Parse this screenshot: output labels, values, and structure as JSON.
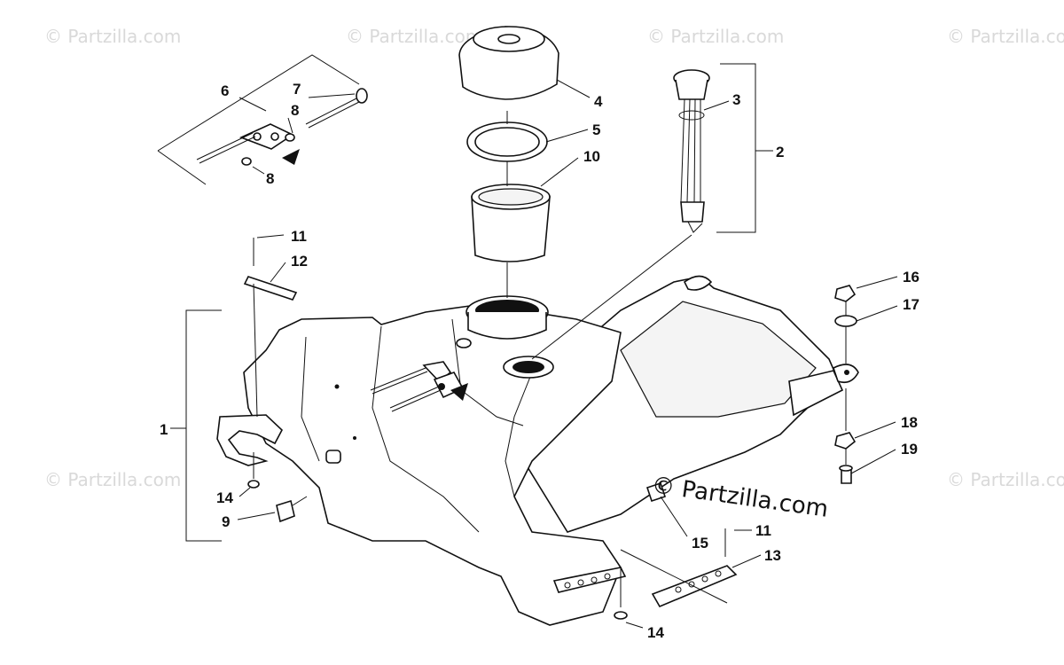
{
  "diagram": {
    "watermark": "© Partzilla.com",
    "center_watermark": "© Partzilla.com",
    "callouts": [
      {
        "key": "c1",
        "label": "1"
      },
      {
        "key": "c2",
        "label": "2"
      },
      {
        "key": "c3",
        "label": "3"
      },
      {
        "key": "c4",
        "label": "4"
      },
      {
        "key": "c5",
        "label": "5"
      },
      {
        "key": "c6",
        "label": "6"
      },
      {
        "key": "c7",
        "label": "7"
      },
      {
        "key": "c8a",
        "label": "8"
      },
      {
        "key": "c8b",
        "label": "8"
      },
      {
        "key": "c9",
        "label": "9"
      },
      {
        "key": "c10",
        "label": "10"
      },
      {
        "key": "c11a",
        "label": "11"
      },
      {
        "key": "c11b",
        "label": "11"
      },
      {
        "key": "c12",
        "label": "12"
      },
      {
        "key": "c13",
        "label": "13"
      },
      {
        "key": "c14a",
        "label": "14"
      },
      {
        "key": "c14b",
        "label": "14"
      },
      {
        "key": "c15",
        "label": "15"
      },
      {
        "key": "c16",
        "label": "16"
      },
      {
        "key": "c17",
        "label": "17"
      },
      {
        "key": "c18",
        "label": "18"
      },
      {
        "key": "c19",
        "label": "19"
      }
    ]
  }
}
